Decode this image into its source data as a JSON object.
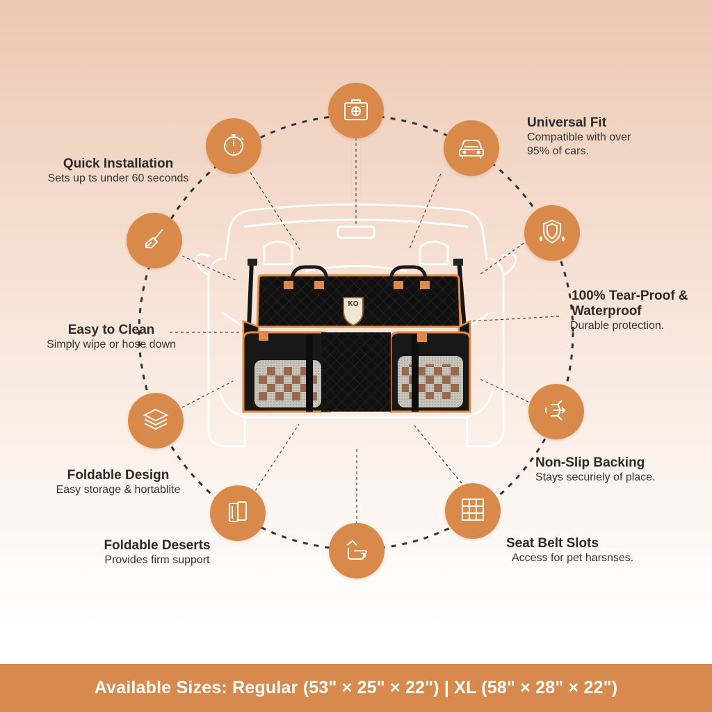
{
  "colors": {
    "accent": "#d98a4a",
    "banner": "#d88a4e",
    "ring": "#333333",
    "text": "#2a2a2a"
  },
  "features": [
    {
      "id": "top",
      "icon": "briefcase-icon",
      "title": "",
      "subtitle": ""
    },
    {
      "id": "universal-fit",
      "icon": "car-icon",
      "title": "Universal Fit",
      "subtitle": "Compatible with over 95% of cars."
    },
    {
      "id": "tear-proof",
      "icon": "shield-droplet-icon",
      "title": "100% Tear-Proof & Waterproof",
      "subtitle": "Durable protection."
    },
    {
      "id": "non-slip",
      "icon": "grip-arrows-icon",
      "title": "Non-Slip Backing",
      "subtitle": "Stays securiely of place."
    },
    {
      "id": "seat-belt",
      "icon": "grid-icon",
      "title": "Seat Belt Slots",
      "subtitle": "Access for pet harsnses."
    },
    {
      "id": "bottom",
      "icon": "hand-icon",
      "title": "",
      "subtitle": ""
    },
    {
      "id": "foldable-deserts",
      "icon": "folded-panels-icon",
      "title": "Foldable Deserts",
      "subtitle": "Provides firm support"
    },
    {
      "id": "foldable-design",
      "icon": "layers-icon",
      "title": "Foldable Design",
      "subtitle": "Easy storage & hortablite"
    },
    {
      "id": "easy-clean",
      "icon": "brush-icon",
      "title": "Easy to Clean",
      "subtitle": "Simply wipe or hose down"
    },
    {
      "id": "quick-install",
      "icon": "stopwatch-icon",
      "title": "Quick Installation",
      "subtitle": "Sets up ts under 60 seconds"
    }
  ],
  "product": {
    "badge_text": "KO"
  },
  "banner": {
    "text": "Available Sizes: Regular (53\" × 25\" × 22\") | XL (58\" × 28\" × 22\")"
  }
}
